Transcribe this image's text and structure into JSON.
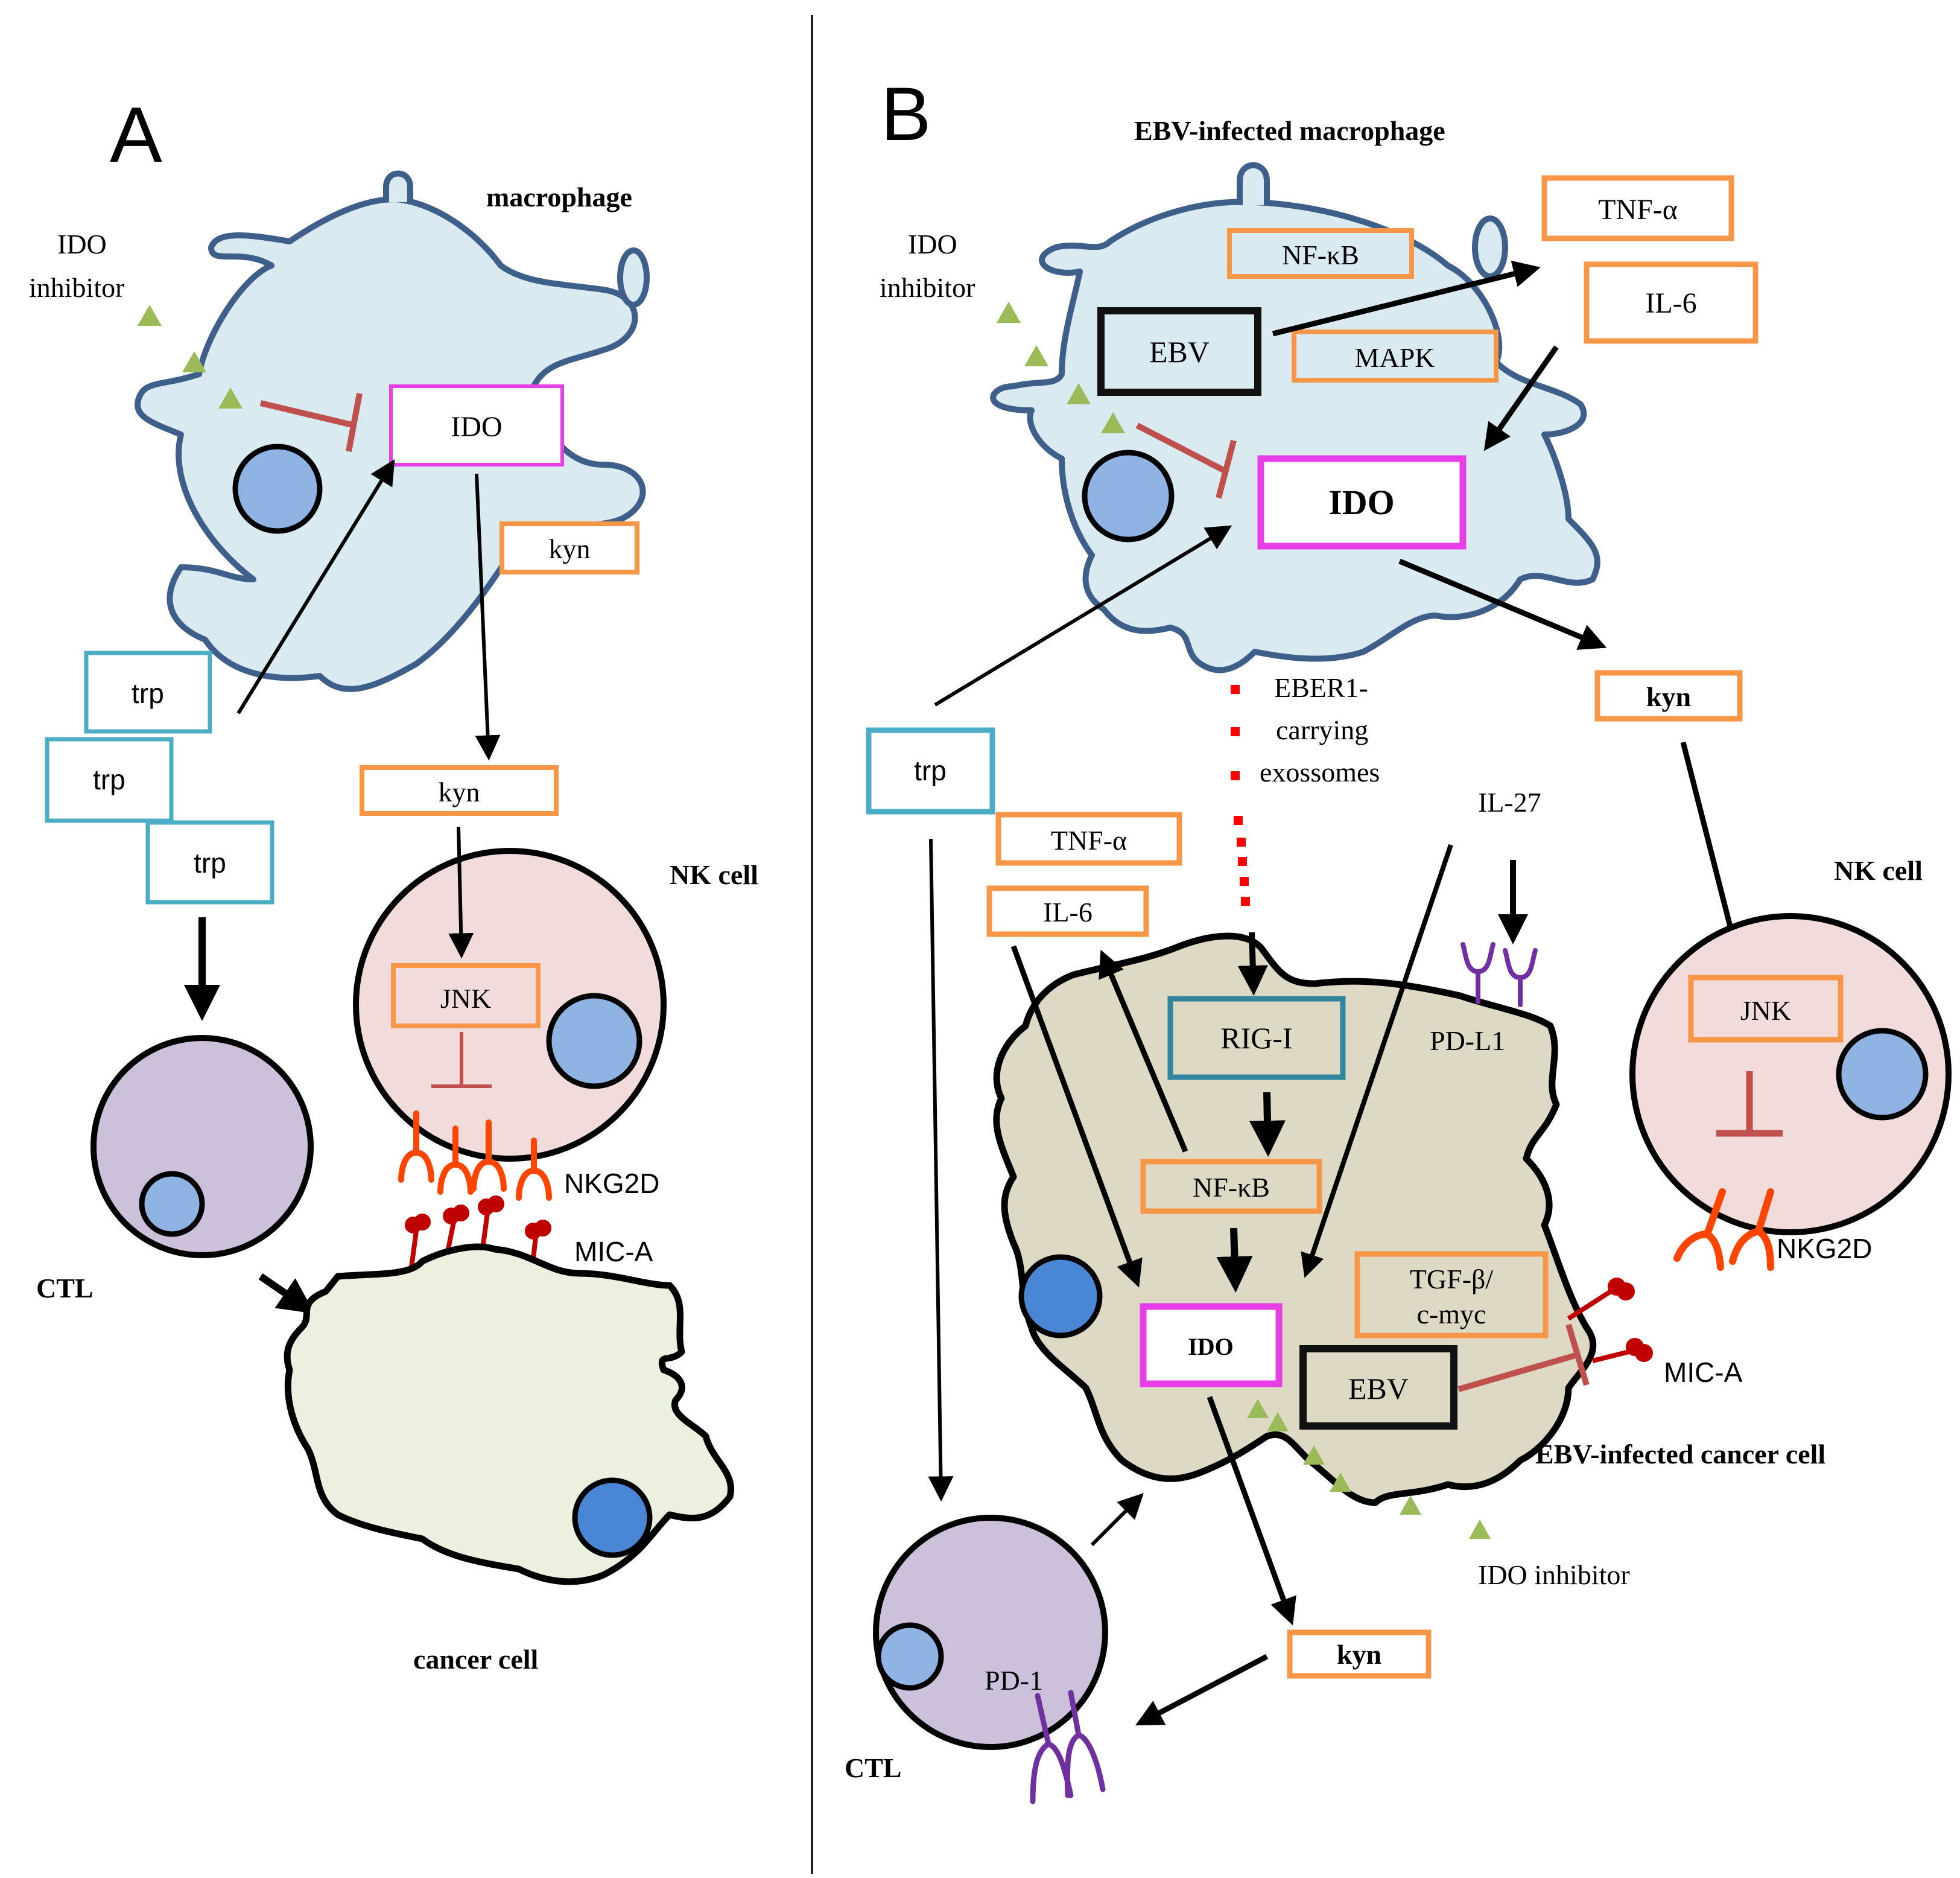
{
  "panel_a": {
    "letter": "A",
    "macrophage_label": "macrophage",
    "ido_inhibitor_line1": "IDO",
    "ido_inhibitor_line2": "inhibitor",
    "ido": "IDO",
    "kyn_inside": "kyn",
    "kyn_outside": "kyn",
    "trp_1": "trp",
    "trp_2": "trp",
    "trp_3": "trp",
    "nk_cell_label": "NK cell",
    "jnk": "JNK",
    "nkg2d": "NKG2D",
    "mica": "MIC-A",
    "ctl_label": "CTL",
    "cancer_cell_label": "cancer cell"
  },
  "panel_b": {
    "letter": "B",
    "macrophage_label": "EBV-infected macrophage",
    "ido_inhibitor_line1": "IDO",
    "ido_inhibitor_line2": "inhibitor",
    "nfkb_macro": "NF-κB",
    "ebv_macro": "EBV",
    "mapk": "MAPK",
    "tnf_top": "TNF-α",
    "il6_top": "IL-6",
    "ido_macro": "IDO",
    "kyn_top": "kyn",
    "eber_line1": "EBER1-",
    "eber_line2": "carrying",
    "eber_line3": "exossomes",
    "il27": "IL-27",
    "trp": "trp",
    "tnf_mid": "TNF-α",
    "il6_mid": "IL-6",
    "rig1": "RIG-I",
    "pdl1": "PD-L1",
    "nfkb_cancer": "NF-κB",
    "tgfb_line1": "TGF-β/",
    "tgfb_line2": "c-myc",
    "ido_cancer": "IDO",
    "ebv_cancer": "EBV",
    "mica": "MIC-A",
    "cancer_cell_label": "EBV-infected cancer cell",
    "ido_inhibitor_bottom": "IDO inhibitor",
    "kyn_bottom": "kyn",
    "pd1": "PD-1",
    "ctl_label": "CTL",
    "nk_cell_label": "NK cell",
    "jnk": "JNK",
    "nkg2d": "NKG2D"
  },
  "colors": {
    "macrophage_fill": "#DAEAF1",
    "macrophage_stroke": "#3E5F8A",
    "nucleus_light": "#8FB4E3",
    "nucleus_dark": "#4A86D6",
    "orange_box": "#F79646",
    "magenta_box": "#E83EE8",
    "cyan_box": "#4BACC6",
    "teal_box": "#31859C",
    "nk_fill": "#F2DCDB",
    "ctl_fill": "#CCC0DA",
    "cancer_a_fill": "#EBF1DE",
    "cancer_b_fill": "#DDD9C4",
    "inhibit_red": "#C0504D",
    "receptor_orange": "#FF4500",
    "mica_red": "#C00000",
    "pd_purple": "#7030A0",
    "triangle_green": "#9BBB59",
    "eber_red": "#FF0000"
  }
}
